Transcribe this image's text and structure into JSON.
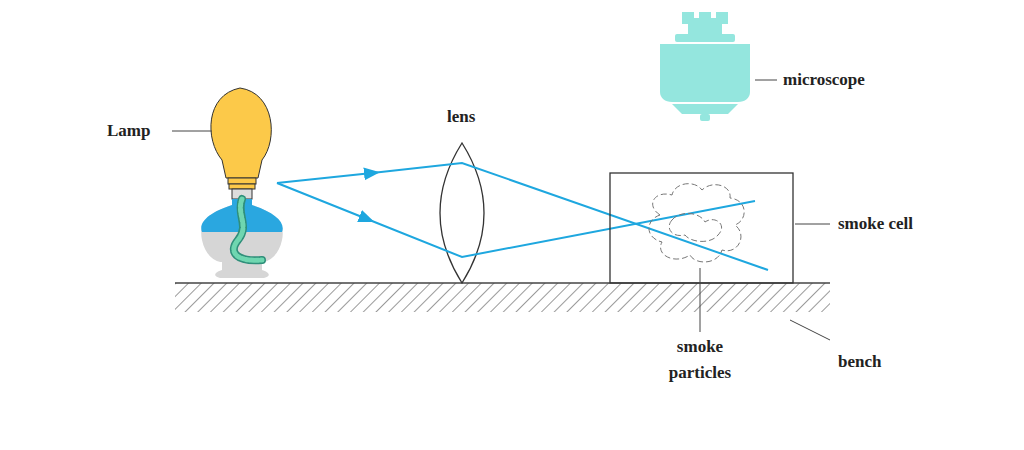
{
  "diagram": {
    "labels": [
      "Lamp",
      "lens",
      "microscope",
      "smoke cell",
      "smoke particles",
      "bench"
    ]
  }
}
